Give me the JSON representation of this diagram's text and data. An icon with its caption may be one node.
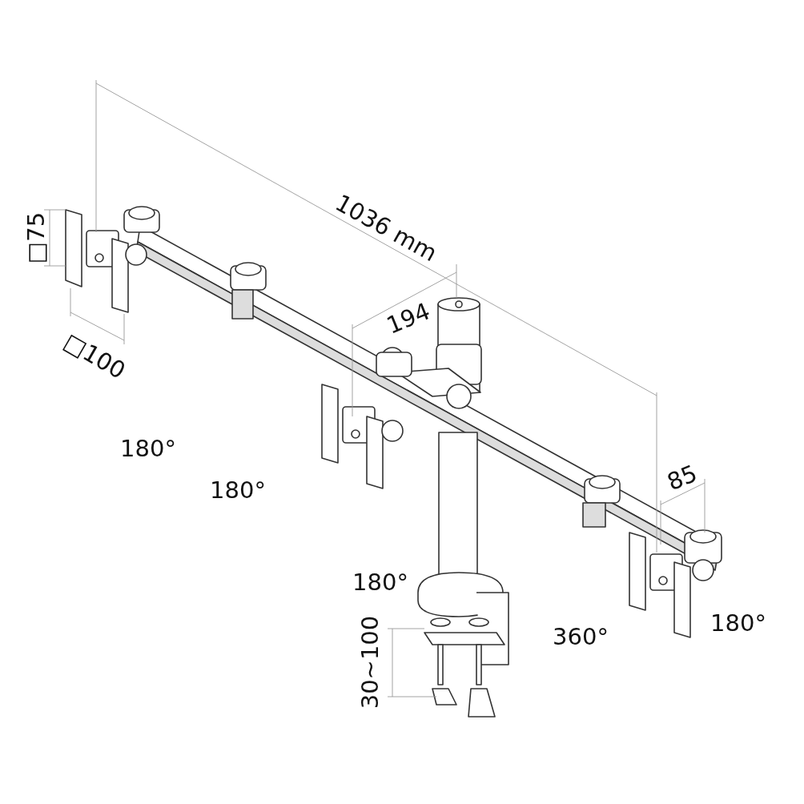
{
  "diagram": {
    "labels": [
      "□75",
      "1036 mm",
      "194",
      "□100",
      "180°",
      "85",
      "180°",
      "180°",
      "180°",
      "360°",
      "30~100"
    ]
  }
}
